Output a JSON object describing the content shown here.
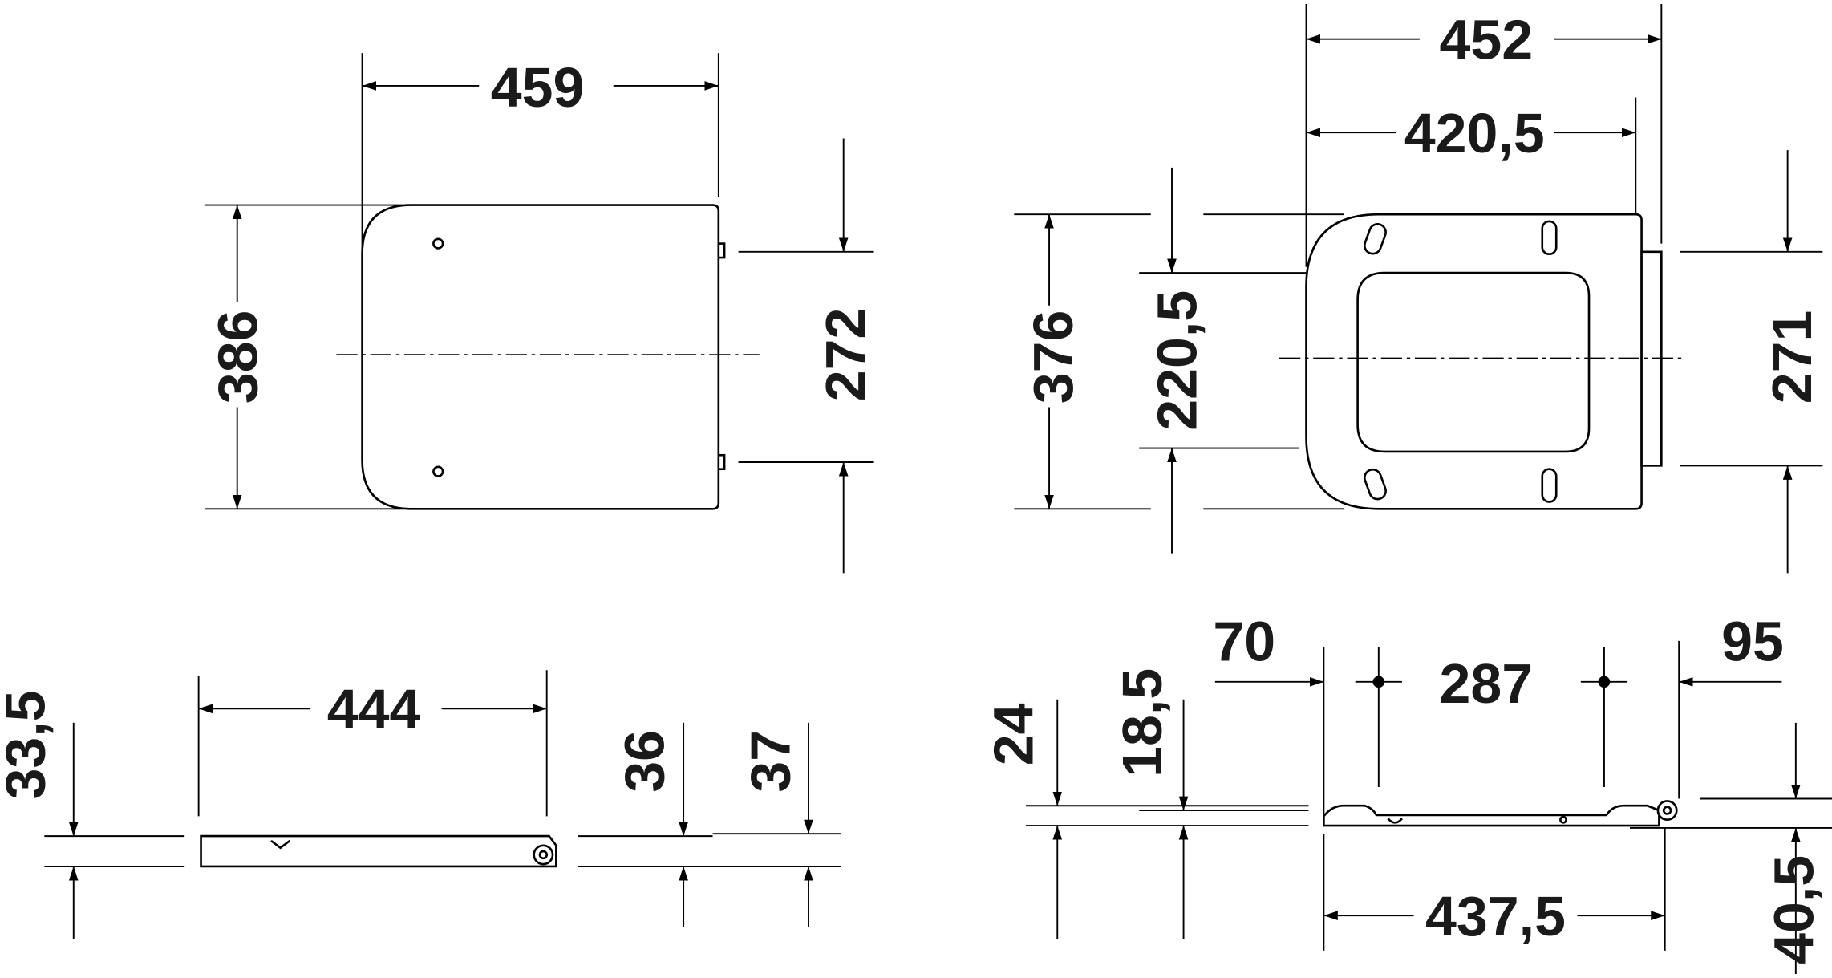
{
  "drawing": {
    "top_view_closed": {
      "width": "459",
      "depth": "386",
      "hinge_spacing": "272"
    },
    "top_view_open": {
      "overall_width": "452",
      "inner_width": "420,5",
      "depth": "376",
      "opening_depth": "220,5",
      "hinge_spacing": "271"
    },
    "side_view_closed": {
      "height": "33,5",
      "length": "444",
      "hinge_height_a": "36",
      "hinge_height_b": "37"
    },
    "side_view_open": {
      "front_offset": "70",
      "fixing_spacing": "287",
      "rear_offset": "95",
      "height": "24",
      "rim_height": "18,5",
      "length": "437,5",
      "hinge_height": "40,5"
    }
  }
}
